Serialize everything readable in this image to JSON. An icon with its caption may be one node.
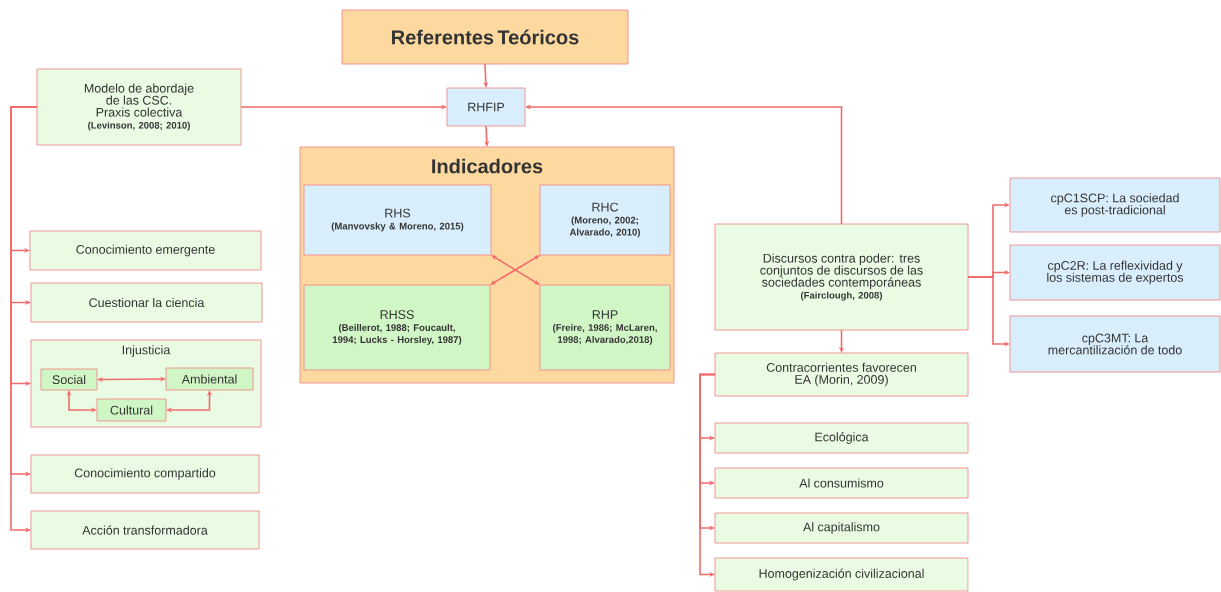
{
  "diagram": {
    "nodes": [
      {
        "text": [
          "Referentes Teóricos"
        ]
      },
      {
        "text": [
          "Modelo de abordaje de las CSC. Praxis colectiva",
          "(Levinson, 2008; 2010)"
        ]
      },
      {
        "text": [
          "RHFIP"
        ]
      },
      {
        "text": [
          "Indicadores"
        ]
      },
      {
        "text": [
          "RHS",
          "(Manvovsky & Moreno, 2015)"
        ],
        "in": 3
      },
      {
        "text": [
          "RHC",
          "(Moreno, 2002; Alvarado, 2010)"
        ],
        "in": 3
      },
      {
        "text": [
          "RHSS",
          "(Beillerot, 1988; Foucault, 1994; Lucks - Horsley, 1987)"
        ],
        "in": 3
      },
      {
        "text": [
          "RHP",
          "(Freire, 1986; McLaren, 1998; Alvarado,2018)"
        ],
        "in": 3
      },
      {
        "text": [
          "Conocimiento emergente"
        ]
      },
      {
        "text": [
          "Cuestionar la ciencia"
        ]
      },
      {
        "text": [
          "Injusticia"
        ]
      },
      {
        "text": [
          "Social"
        ],
        "in": 10
      },
      {
        "text": [
          "Ambiental"
        ],
        "in": 10
      },
      {
        "text": [
          "Cultural"
        ],
        "in": 10
      },
      {
        "text": [
          "Conocimiento compartido"
        ]
      },
      {
        "text": [
          "Acción transformadora"
        ]
      },
      {
        "text": [
          "Discursos contra poder: tres conjuntos de discursos de las sociedades contemporáneas",
          "(Fairclough, 2008)"
        ]
      },
      {
        "text": [
          "cpC1SCP: La sociedad es post-tradicional"
        ]
      },
      {
        "text": [
          "cpC2R: La reflexividad y los sistemas de expertos"
        ]
      },
      {
        "text": [
          "cpC3MT: La mercantilización de todo"
        ]
      },
      {
        "text": [
          "Contracorrientes favorecen EA (Morin, 2009)"
        ]
      },
      {
        "text": [
          "Ecológica"
        ]
      },
      {
        "text": [
          "Al consumismo"
        ]
      },
      {
        "text": [
          "Al capitalismo"
        ]
      },
      {
        "text": [
          "Homogenización civilizacional"
        ]
      }
    ],
    "edges": [
      {
        "from": 0,
        "to": 2,
        "arrow": "to"
      },
      {
        "from": 1,
        "to": 2,
        "arrow": "to"
      },
      {
        "from": 2,
        "to": 3,
        "arrow": "to"
      },
      {
        "from": 16,
        "to": 2,
        "arrow": "to"
      },
      {
        "from": 4,
        "to": 7,
        "arrow": "both"
      },
      {
        "from": 5,
        "to": 6,
        "arrow": "both"
      },
      {
        "from": 1,
        "to": 8,
        "arrow": "to"
      },
      {
        "from": 1,
        "to": 9,
        "arrow": "to"
      },
      {
        "from": 1,
        "to": 10,
        "arrow": "to"
      },
      {
        "from": 1,
        "to": 14,
        "arrow": "to"
      },
      {
        "from": 1,
        "to": 15,
        "arrow": "to"
      },
      {
        "from": 11,
        "to": 12,
        "arrow": "both"
      },
      {
        "from": 11,
        "to": 13,
        "arrow": "both"
      },
      {
        "from": 13,
        "to": 12,
        "arrow": "both"
      },
      {
        "from": 16,
        "to": 17,
        "arrow": "to"
      },
      {
        "from": 16,
        "to": 18,
        "arrow": "to"
      },
      {
        "from": 16,
        "to": 19,
        "arrow": "to"
      },
      {
        "from": 16,
        "to": 20,
        "arrow": "to"
      },
      {
        "from": 20,
        "to": 21,
        "arrow": "to"
      },
      {
        "from": 20,
        "to": 22,
        "arrow": "to"
      },
      {
        "from": 20,
        "to": 23,
        "arrow": "to"
      },
      {
        "from": 20,
        "to": 24,
        "arrow": "to"
      }
    ]
  }
}
